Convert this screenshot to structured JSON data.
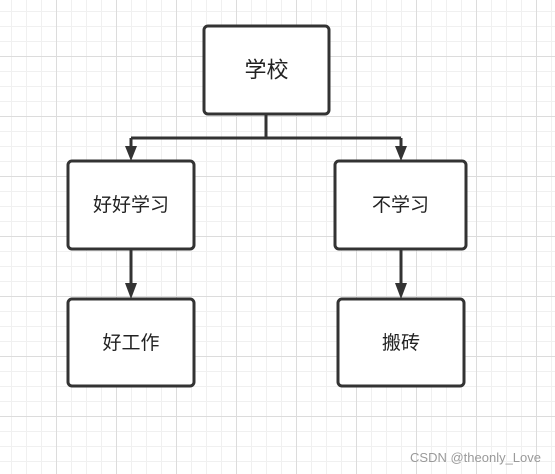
{
  "nodes": {
    "school": {
      "label": "学校"
    },
    "study_hard": {
      "label": "好好学习"
    },
    "no_study": {
      "label": "不学习"
    },
    "good_job": {
      "label": "好工作"
    },
    "move_bricks": {
      "label": "搬砖"
    }
  },
  "edges": [
    {
      "from": "school",
      "to": "study_hard"
    },
    {
      "from": "school",
      "to": "no_study"
    },
    {
      "from": "study_hard",
      "to": "good_job"
    },
    {
      "from": "no_study",
      "to": "move_bricks"
    }
  ],
  "colors": {
    "stroke": "#333333",
    "node_fill": "#ffffff",
    "text": "#222222",
    "watermark": "#9a9a9a"
  },
  "watermark": "CSDN @theonly_Love"
}
